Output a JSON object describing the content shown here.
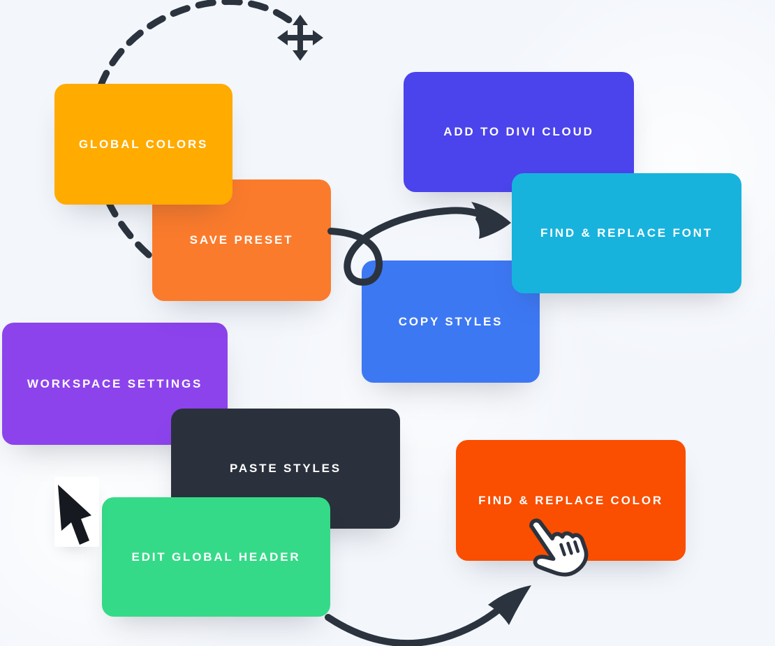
{
  "canvas": {
    "background": "#F3F6FB",
    "stroke_color": "#2B333E",
    "cursor_fill": "#FFFFFF"
  },
  "cards": [
    {
      "id": "global-colors",
      "label": "GLOBAL COLORS",
      "color": "#FFAB00"
    },
    {
      "id": "save-preset",
      "label": "SAVE PRESET",
      "color": "#FB7B2C"
    },
    {
      "id": "add-to-divi-cloud",
      "label": "ADD TO DIVI CLOUD",
      "color": "#4B43EB"
    },
    {
      "id": "find-replace-font",
      "label": "FIND & REPLACE FONT",
      "color": "#17B3DD"
    },
    {
      "id": "copy-styles",
      "label": "COPY STYLES",
      "color": "#3D78F3"
    },
    {
      "id": "workspace-settings",
      "label": "WORKSPACE SETTINGS",
      "color": "#8C43EC"
    },
    {
      "id": "paste-styles",
      "label": "PASTE STYLES",
      "color": "#2A313C"
    },
    {
      "id": "find-replace-color",
      "label": "FIND & REPLACE COLOR",
      "color": "#FA4E00"
    },
    {
      "id": "edit-global-header",
      "label": "EDIT GLOBAL HEADER",
      "color": "#35DA88"
    }
  ],
  "icons": {
    "move": "move-icon",
    "dashed_arc": "dashed-arc",
    "loop_arrow": "loop-arrow",
    "curve_arrow": "curve-arrow",
    "arrow_cursor": "arrow-cursor-icon",
    "hand_pointer": "hand-pointer-icon"
  }
}
